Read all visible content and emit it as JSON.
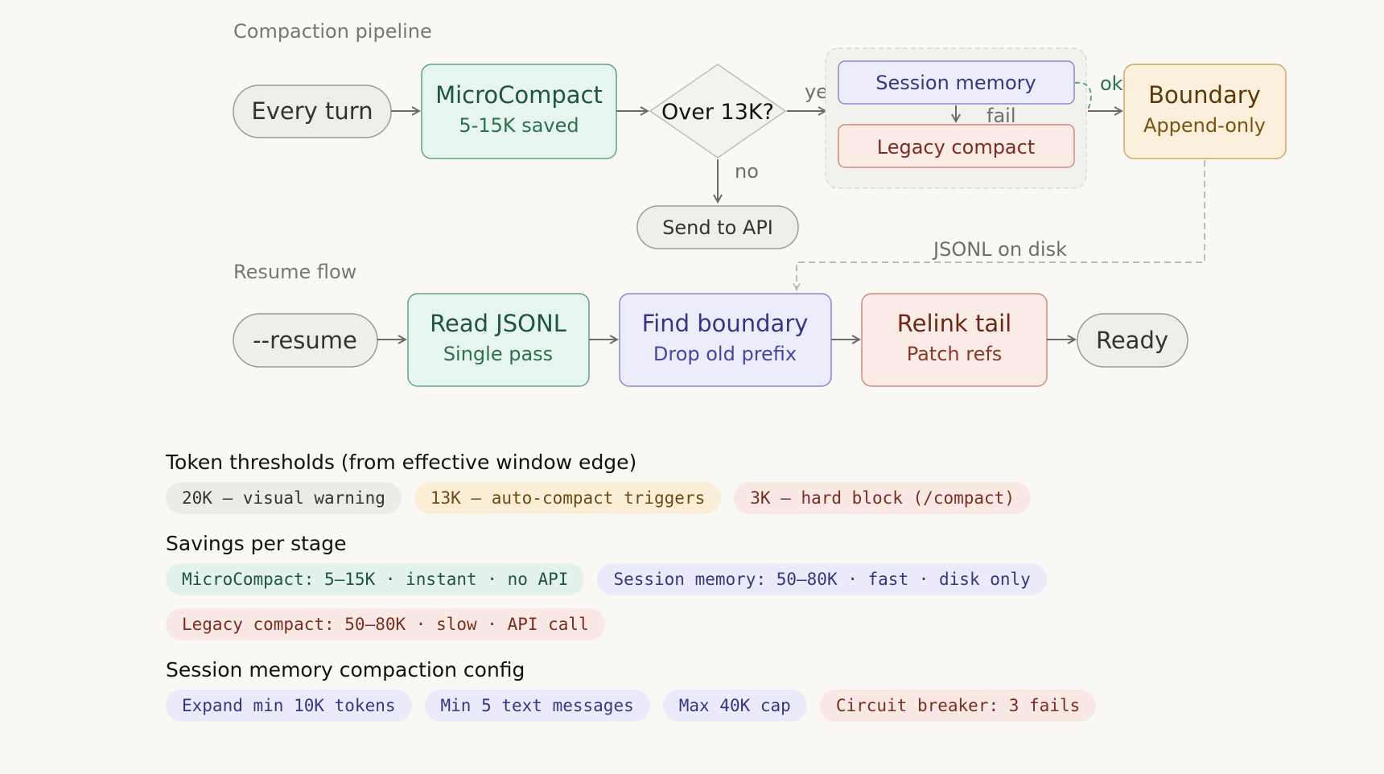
{
  "diagram": {
    "compaction_label": "Compaction pipeline",
    "resume_label": "Resume flow",
    "nodes": {
      "every_turn": "Every turn",
      "microcompact": {
        "title": "MicroCompact",
        "sub": "5-15K saved"
      },
      "over13k": "Over 13K?",
      "session_memory": "Session memory",
      "legacy_compact": "Legacy compact",
      "boundary": {
        "title": "Boundary",
        "sub": "Append-only"
      },
      "send_to_api": "Send to API",
      "resume": "--resume",
      "read_jsonl": {
        "title": "Read JSONL",
        "sub": "Single pass"
      },
      "find_boundary": {
        "title": "Find boundary",
        "sub": "Drop old prefix"
      },
      "relink_tail": {
        "title": "Relink tail",
        "sub": "Patch refs"
      },
      "ready": "Ready"
    },
    "edge_labels": {
      "yes": "yes",
      "no": "no",
      "ok": "ok",
      "fail": "fail",
      "jsonl_on_disk": "JSONL on disk"
    }
  },
  "legend": {
    "thresholds": {
      "title": "Token thresholds (from effective window edge)",
      "items": [
        "20K — visual warning",
        "13K — auto-compact triggers",
        "3K — hard block (/compact)"
      ]
    },
    "savings": {
      "title": "Savings per stage",
      "items": [
        "MicroCompact: 5–15K · instant · no API",
        "Session memory: 50–80K · fast · disk only",
        "Legacy compact: 50–80K · slow · API call"
      ]
    },
    "config": {
      "title": "Session memory compaction config",
      "items": [
        "Expand min 10K tokens",
        "Min 5 text messages",
        "Max 40K cap",
        "Circuit breaker: 3 fails"
      ]
    }
  },
  "colors": {
    "gray_fill": "#efeeea",
    "green_fill": "#e6f5ef",
    "purple_fill": "#edecfb",
    "red_fill": "#faebe6",
    "yellow_fill": "#fbf0dc",
    "arrow": "#6b6b6b"
  }
}
